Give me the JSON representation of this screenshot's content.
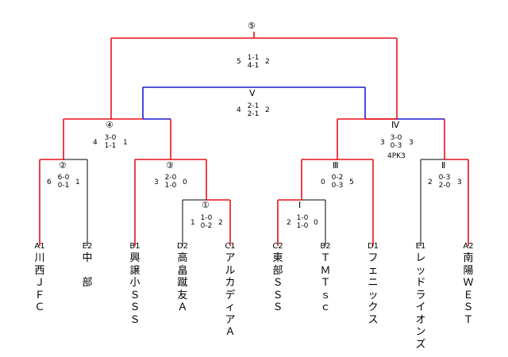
{
  "teams": [
    {
      "seed": "A1",
      "name": "川西ＪＦＣ"
    },
    {
      "seed": "E2",
      "name": "中　部"
    },
    {
      "seed": "B1",
      "name": "興譲小ＳＳＳ"
    },
    {
      "seed": "D2",
      "name": "高畠蹴友Ａ"
    },
    {
      "seed": "C1",
      "name": "アルカディアＡ"
    },
    {
      "seed": "C2",
      "name": "東部ＳＳＳ"
    },
    {
      "seed": "B2",
      "name": "ＴＭＴｓｃ"
    },
    {
      "seed": "D1",
      "name": "フェニックス"
    },
    {
      "seed": "E1",
      "name": "レッドライオンズ"
    },
    {
      "seed": "A2",
      "name": "南陽ＷＥＳＴ"
    }
  ],
  "matches": [
    {
      "id": "m1",
      "mark": "①",
      "left": "1",
      "right": "2",
      "halves": [
        "1-0",
        "0-2"
      ]
    },
    {
      "id": "m2",
      "mark": "②",
      "left": "6",
      "right": "1",
      "halves": [
        "6-0",
        "0-1"
      ]
    },
    {
      "id": "m3",
      "mark": "③",
      "left": "3",
      "right": "0",
      "halves": [
        "2-0",
        "1-0"
      ]
    },
    {
      "id": "m4",
      "mark": "④",
      "left": "4",
      "right": "1",
      "halves": [
        "3-0",
        "1-1"
      ]
    },
    {
      "id": "m5",
      "mark": "⑤",
      "left": "5",
      "right": "2",
      "halves": [
        "1-1",
        "4-1"
      ]
    },
    {
      "id": "r1",
      "mark": "Ⅰ",
      "left": "2",
      "right": "0",
      "halves": [
        "1-0",
        "1-0"
      ]
    },
    {
      "id": "r2",
      "mark": "Ⅱ",
      "left": "2",
      "right": "3",
      "halves": [
        "0-3",
        "2-0"
      ]
    },
    {
      "id": "r3",
      "mark": "Ⅲ",
      "left": "0",
      "right": "5",
      "halves": [
        "0-2",
        "0-3"
      ]
    },
    {
      "id": "r4",
      "mark": "Ⅳ",
      "left": "3",
      "right": "3",
      "halves": [
        "3-0",
        "0-3"
      ],
      "extra": "4PK3"
    },
    {
      "id": "r5",
      "mark": "Ⅴ",
      "left": "4",
      "right": "2",
      "halves": [
        "2-1",
        "2-1"
      ]
    }
  ],
  "colors": {
    "winner": "#e8101a",
    "neutral": "#000000",
    "blue": "#1a1ad0"
  }
}
